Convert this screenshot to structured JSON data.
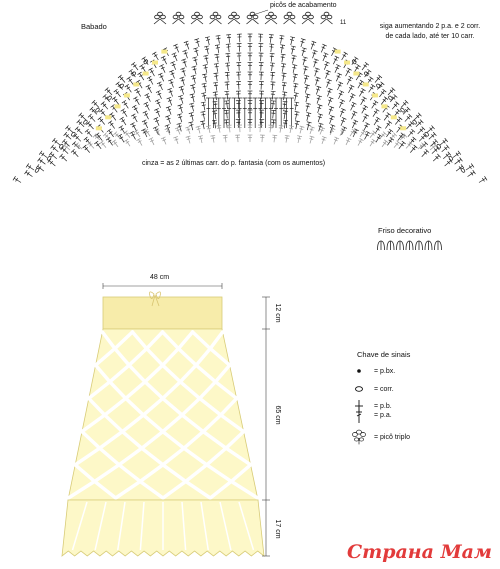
{
  "chart": {
    "label_babado": "Babado",
    "label_picos": "picôs de acabamento",
    "note_increase": "siga aumentando 2 p.a. e 2 corr. de cada lado, até ter 10 carr.",
    "note_increase_1": "siga aumentando 2 p.a. e 2 corr.",
    "note_increase_2": "de cada lado, até ter 10 carr.",
    "note_cinza": "cinza = as 2 últimas carr. do p. fantasia (com os aumentos)",
    "row_numbers": [
      "11",
      "10",
      "9",
      "8",
      "7",
      "6",
      "5",
      "4",
      "3",
      "2",
      "1"
    ]
  },
  "friso": {
    "title": "Friso decorativo"
  },
  "skirt": {
    "width_label": "48 cm",
    "top_label": "12 cm",
    "middle_label": "65 cm",
    "bottom_label": "17 cm",
    "colors": {
      "fill": "#fdf8c8",
      "band": "#f7ecaa",
      "outline": "#d8cc78",
      "diamond": "#ffffff"
    }
  },
  "key": {
    "title": "Chave de sinais",
    "items": [
      {
        "icon": "dot-icon",
        "label": "= p.bx."
      },
      {
        "icon": "oval-icon",
        "label": "= corr."
      },
      {
        "icon": "cross-icon",
        "label": "= p.b."
      },
      {
        "icon": "tall-cross-icon",
        "label": "= p.a."
      },
      {
        "icon": "picot-icon",
        "label": "= picô triplo"
      }
    ]
  },
  "watermark": {
    "text": "Страна Мам"
  }
}
